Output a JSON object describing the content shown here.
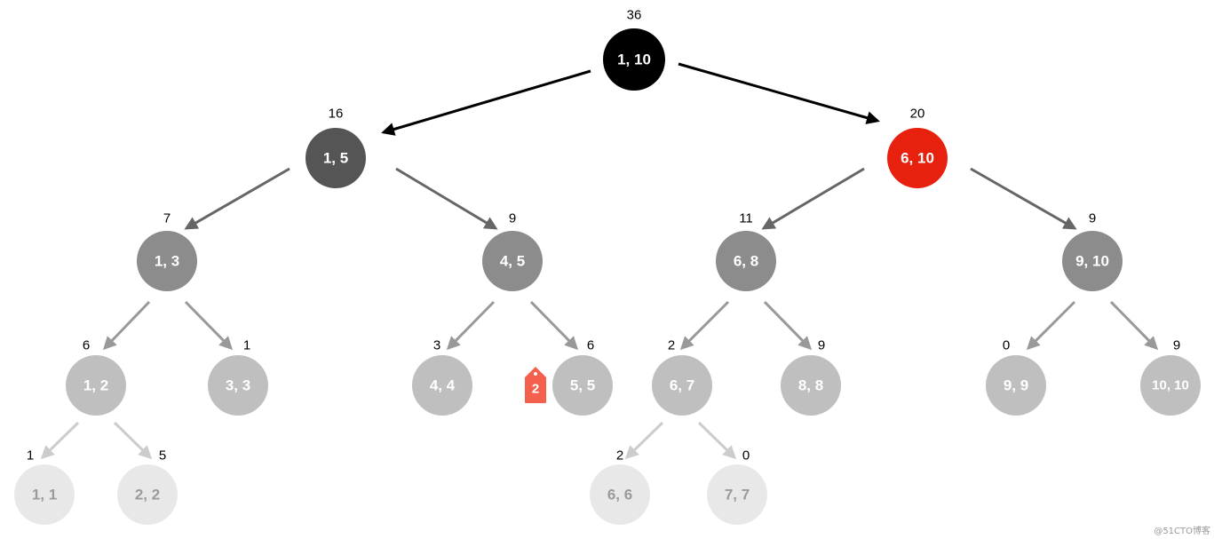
{
  "nodes": [
    {
      "range": "1, 10",
      "sum": "36",
      "fill": "#000000",
      "text_color": "#ffffff"
    },
    {
      "range": "1, 5",
      "sum": "16",
      "fill": "#555555",
      "text_color": "#ffffff"
    },
    {
      "range": "6, 10",
      "sum": "20",
      "fill": "#e8200e",
      "text_color": "#ffffff"
    },
    {
      "range": "1, 3",
      "sum": "7",
      "fill": "#8c8c8c",
      "text_color": "#ffffff"
    },
    {
      "range": "4, 5",
      "sum": "9",
      "fill": "#8c8c8c",
      "text_color": "#ffffff"
    },
    {
      "range": "6, 8",
      "sum": "11",
      "fill": "#8c8c8c",
      "text_color": "#ffffff"
    },
    {
      "range": "9, 10",
      "sum": "9",
      "fill": "#8c8c8c",
      "text_color": "#ffffff"
    },
    {
      "range": "1, 2",
      "sum": "6",
      "fill": "#bfbfbf",
      "text_color": "#ffffff"
    },
    {
      "range": "3, 3",
      "sum": "1",
      "fill": "#bfbfbf",
      "text_color": "#ffffff"
    },
    {
      "range": "4, 4",
      "sum": "3",
      "fill": "#bfbfbf",
      "text_color": "#ffffff"
    },
    {
      "range": "5, 5",
      "sum": "6",
      "fill": "#bfbfbf",
      "text_color": "#ffffff"
    },
    {
      "range": "6, 7",
      "sum": "2",
      "fill": "#bfbfbf",
      "text_color": "#ffffff"
    },
    {
      "range": "8, 8",
      "sum": "9",
      "fill": "#bfbfbf",
      "text_color": "#ffffff"
    },
    {
      "range": "9, 9",
      "sum": "0",
      "fill": "#bfbfbf",
      "text_color": "#ffffff"
    },
    {
      "range": "10, 10",
      "sum": "9",
      "fill": "#bfbfbf",
      "text_color": "#ffffff"
    },
    {
      "range": "1, 1",
      "sum": "1",
      "fill": "#e8e8e8",
      "text_color": "#9b9b9b"
    },
    {
      "range": "2, 2",
      "sum": "5",
      "fill": "#e8e8e8",
      "text_color": "#9b9b9b"
    },
    {
      "range": "6, 6",
      "sum": "2",
      "fill": "#e8e8e8",
      "text_color": "#9b9b9b"
    },
    {
      "range": "7, 7",
      "sum": "0",
      "fill": "#e8e8e8",
      "text_color": "#9b9b9b"
    }
  ],
  "tag": {
    "label": "2",
    "color": "#f4604e"
  },
  "watermark": "@51CTO博客"
}
